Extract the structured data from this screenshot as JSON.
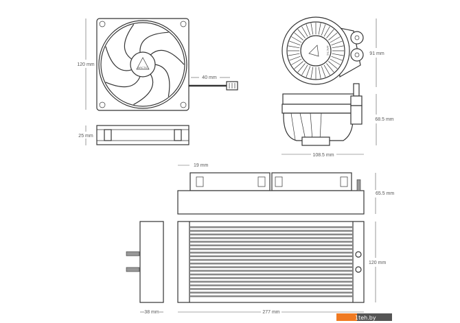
{
  "dimensions": {
    "fan_height": "120 mm",
    "cable_length": "40 mm",
    "fan_thickness": "25 mm",
    "pump_height": "91 mm",
    "pump_depth": "68.5 mm",
    "pump_width": "108.5 mm",
    "fan_offset": "19 mm",
    "radiator_total_thickness": "65.5 mm",
    "radiator_height": "120 mm",
    "radiator_thickness": "38 mm",
    "radiator_length": "277 mm"
  },
  "branding": {
    "fan_logo": "ARCTIC",
    "pump_logo": "ARCTIC"
  },
  "watermark": {
    "text": "1teh.by",
    "accent": "#f07a22",
    "background": "#555555"
  }
}
